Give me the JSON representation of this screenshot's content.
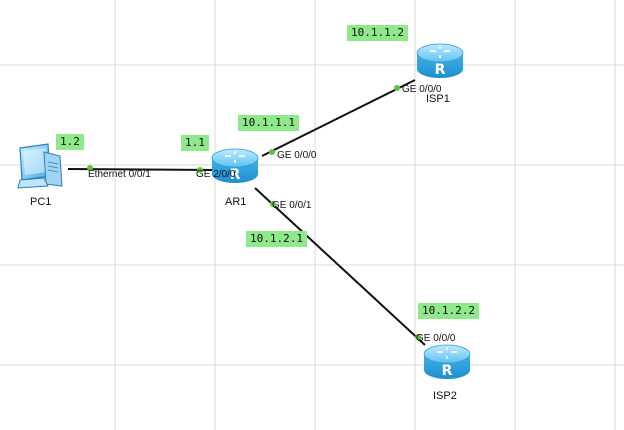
{
  "devices": {
    "pc1": {
      "name": "PC1",
      "icon": "pc-icon"
    },
    "ar1": {
      "name": "AR1",
      "icon": "router-icon"
    },
    "isp1": {
      "name": "ISP1",
      "icon": "router-icon"
    },
    "isp2": {
      "name": "ISP2",
      "icon": "router-icon"
    }
  },
  "ports": {
    "pc1_eth": "Ethernet 0/0/1",
    "ar1_ge200": "GE 2/0/0",
    "ar1_ge000": "GE 0/0/0",
    "ar1_ge001": "GE 0/0/1",
    "isp1_ge000": "GE 0/0/0",
    "isp2_ge000": "GE 0/0/0"
  },
  "notes": {
    "pc1_ip": "1.2",
    "ar1_lan_ip": "1.1",
    "ar1_isp1_ip": "10.1.1.1",
    "isp1_ip": "10.1.1.2",
    "ar1_isp2_ip": "10.1.2.1",
    "isp2_ip": "10.1.2.2"
  },
  "colors": {
    "note_bg": "#8fe88a",
    "port_dot": "#5cc43a",
    "router_body": "#3fb3e8"
  }
}
